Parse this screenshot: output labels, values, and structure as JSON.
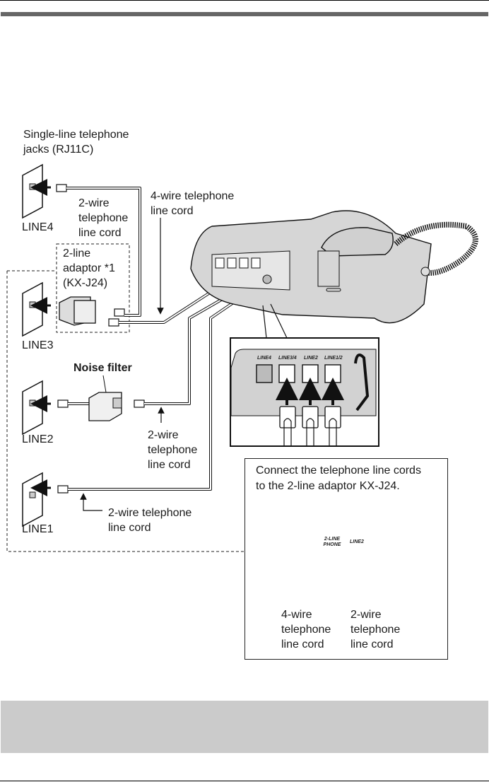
{
  "page": {
    "header_bar_color": "#666666",
    "note_bar_color": "#cbcbcb"
  },
  "diagram": {
    "jacks_caption": [
      "Single-line telephone",
      "jacks (RJ11C)"
    ],
    "wall_jacks": [
      {
        "label": "LINE4"
      },
      {
        "label": "LINE3"
      },
      {
        "label": "LINE2"
      },
      {
        "label": "LINE1"
      }
    ],
    "cord_labels": {
      "line4_cord": [
        "2-wire",
        "telephone",
        "line cord"
      ],
      "four_wire_cord": [
        "4-wire telephone",
        "line cord"
      ],
      "line2_cord": [
        "2-wire",
        "telephone",
        "line cord"
      ],
      "line1_cord": [
        "2-wire telephone",
        "line cord"
      ]
    },
    "adaptor_label": [
      "2-line",
      "adaptor *1",
      "(KX-J24)"
    ],
    "noise_filter_label": "Noise filter",
    "phone_ports": [
      "LINE4",
      "LINE3/4",
      "LINE2",
      "LINE1/2"
    ],
    "callout": {
      "text": [
        "Connect the telephone line cords",
        "to the 2-line adaptor KX-J24."
      ],
      "adaptor_ports": [
        "2-LINE PHONE",
        "LINE2"
      ],
      "cord_labels": [
        [
          "4-wire",
          "telephone",
          "line cord"
        ],
        [
          "2-wire",
          "telephone",
          "line cord"
        ]
      ]
    }
  }
}
